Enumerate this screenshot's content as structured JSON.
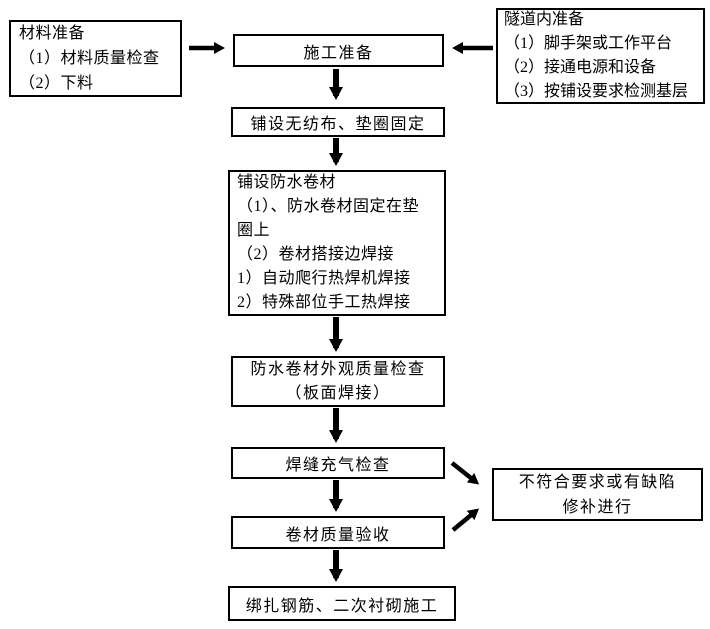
{
  "colors": {
    "background": "#ffffff",
    "line": "#000000",
    "text": "#000000"
  },
  "boxes": {
    "materials": "材料准备\n（1）材料质量检查\n（2）下料",
    "tunnel": "隧道内准备\n（1）脚手架或工作平台\n（2）接通电源和设备\n（3）按铺设要求检测基层",
    "prep": "施工准备",
    "geotextile": "铺设无纺布、垫圈固定",
    "membrane": "铺设防水卷材\n（1）、防水卷材固定在垫\n圈上\n（2）卷材搭接边焊接\n1）自动爬行热焊机焊接\n2）特殊部位手工热焊接",
    "inspection": "防水卷材外观质量检查\n（板面焊接）",
    "weld_check": "焊缝充气检查",
    "acceptance": "卷材质量验收",
    "rebar": "绑扎钢筋、二次衬砌施工",
    "defect": "不符合要求或有缺陷\n修补进行"
  }
}
